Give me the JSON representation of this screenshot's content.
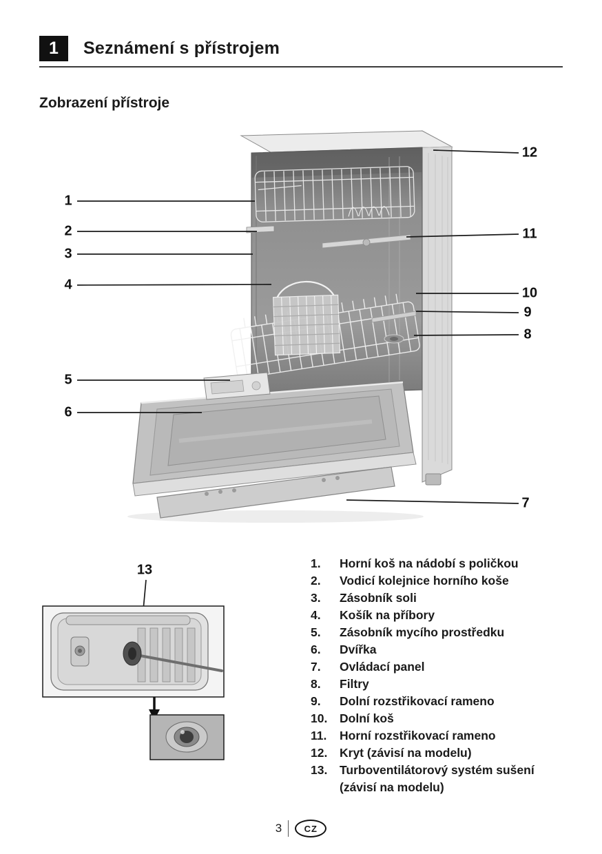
{
  "header": {
    "section_number": "1",
    "section_title": "Seznámení s přístrojem"
  },
  "subsection_title": "Zobrazení přístroje",
  "diagram": {
    "callouts": {
      "n1": "1",
      "n2": "2",
      "n3": "3",
      "n4": "4",
      "n5": "5",
      "n6": "6",
      "n7": "7",
      "n8": "8",
      "n9": "9",
      "n10": "10",
      "n11": "11",
      "n12": "12",
      "n13": "13"
    }
  },
  "parts_list": [
    {
      "num": "1.",
      "label": "Horní koš na nádobí s poličkou"
    },
    {
      "num": "2.",
      "label": "Vodicí kolejnice horního koše"
    },
    {
      "num": "3.",
      "label": "Zásobník soli"
    },
    {
      "num": "4.",
      "label": "Košík na příbory"
    },
    {
      "num": "5.",
      "label": "Zásobník mycího prostředku"
    },
    {
      "num": "6.",
      "label": "Dvířka"
    },
    {
      "num": "7.",
      "label": "Ovládací panel"
    },
    {
      "num": "8.",
      "label": "Filtry"
    },
    {
      "num": "9.",
      "label": "Dolní rozstřikovací rameno"
    },
    {
      "num": "10.",
      "label": "Dolní koš"
    },
    {
      "num": "11.",
      "label": "Horní rozstřikovací rameno"
    },
    {
      "num": "12.",
      "label": "Kryt (závisí na modelu)"
    },
    {
      "num": "13.",
      "label": "Turboventilátorový systém sušení (závisí na modelu)"
    }
  ],
  "footer": {
    "page_number": "3",
    "region_code": "CZ"
  }
}
